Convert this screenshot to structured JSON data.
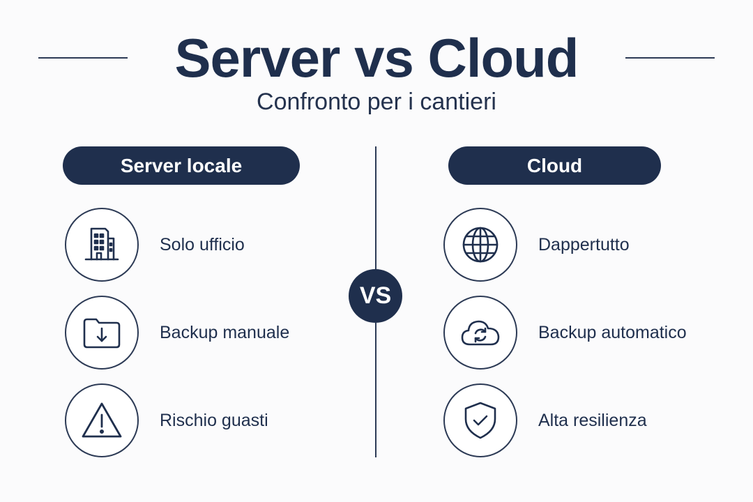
{
  "header": {
    "title": "Server vs Cloud",
    "subtitle": "Confronto per i cantieri"
  },
  "left": {
    "label": "Server locale",
    "items": [
      {
        "label": "Solo ufficio",
        "icon": "office-building-icon"
      },
      {
        "label": "Backup manuale",
        "icon": "folder-download-icon"
      },
      {
        "label": "Rischio guasti",
        "icon": "warning-icon"
      }
    ]
  },
  "center": {
    "vs_label": "VS"
  },
  "right": {
    "label": "Cloud",
    "items": [
      {
        "label": "Dappertutto",
        "icon": "globe-icon"
      },
      {
        "label": "Backup automatico",
        "icon": "cloud-sync-icon"
      },
      {
        "label": "Alta resilienza",
        "icon": "shield-check-icon"
      }
    ]
  },
  "colors": {
    "navy": "#1f2f4d",
    "background": "#fbfbfc",
    "white": "#ffffff"
  }
}
